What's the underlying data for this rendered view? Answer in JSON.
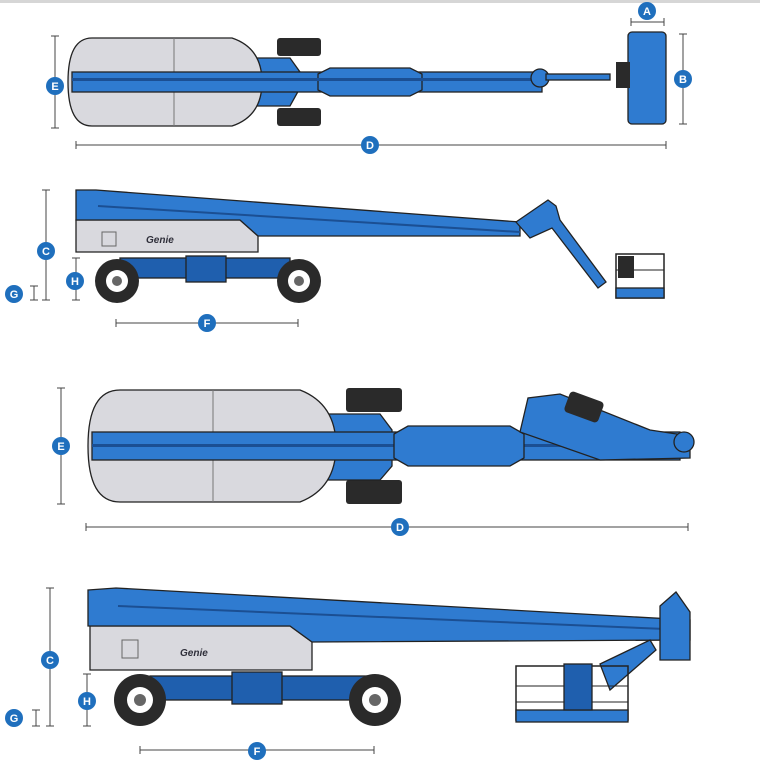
{
  "labels": {
    "a": "A",
    "b": "B",
    "c": "C",
    "d": "D",
    "e": "E",
    "f": "F",
    "g": "G",
    "h": "H"
  },
  "logo_text": "Genie",
  "colors": {
    "machine_blue": "#2f7bd0",
    "machine_dark_blue": "#1f5fae",
    "chassis_grey": "#d9d9de",
    "badge_blue": "#1f6fbd",
    "outline": "#222222"
  }
}
